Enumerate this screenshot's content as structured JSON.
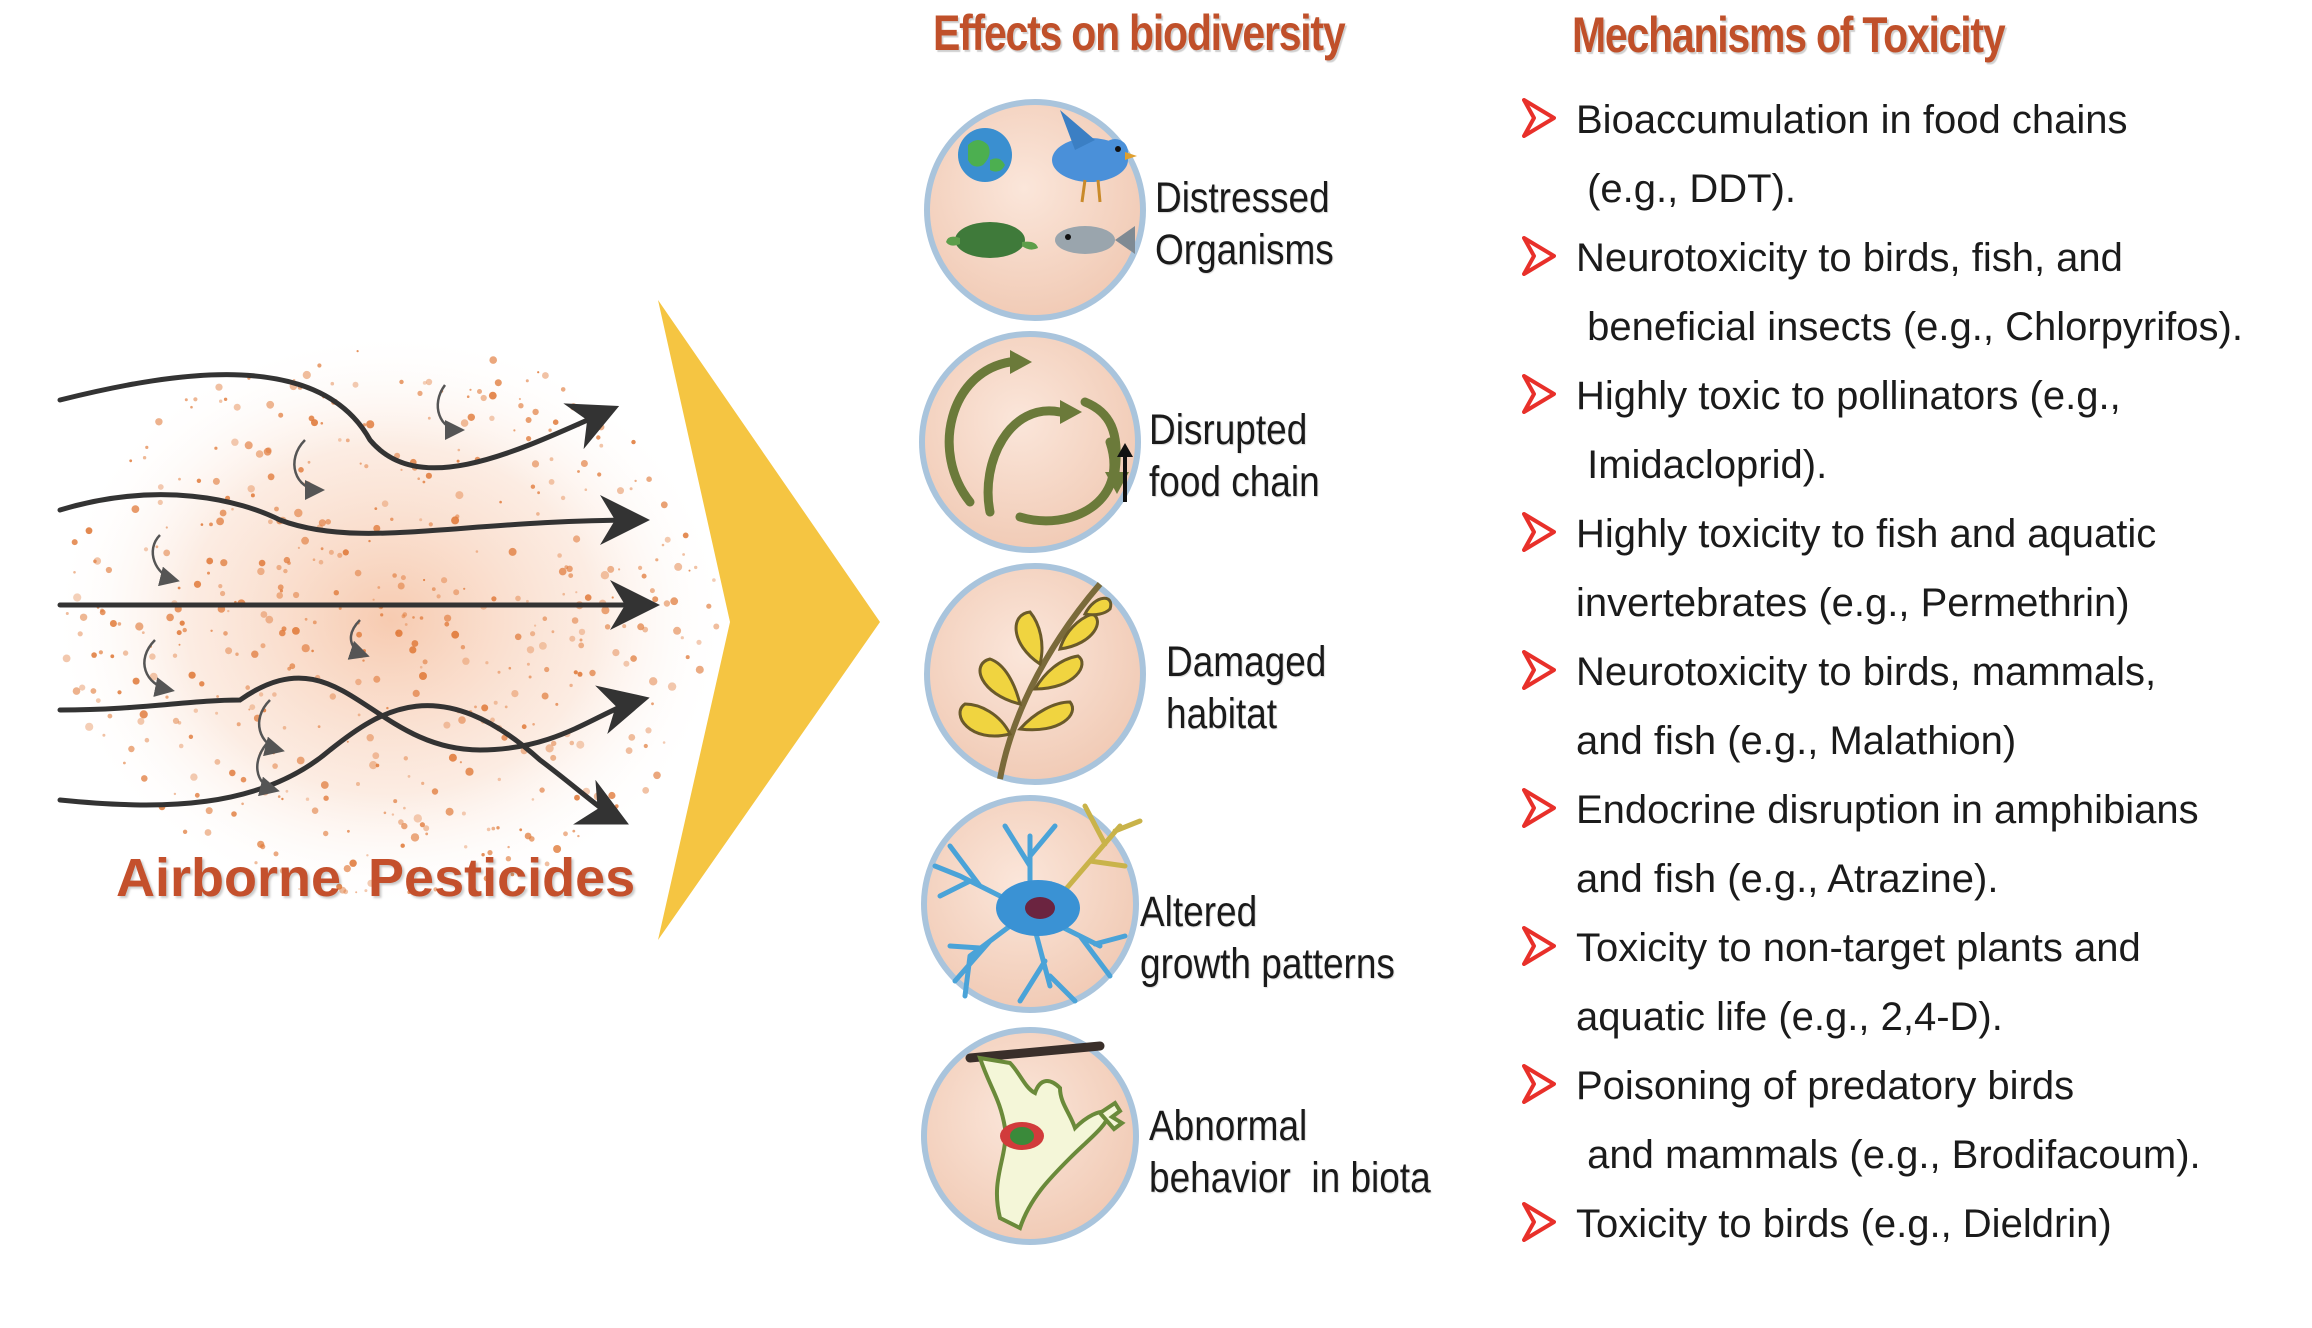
{
  "headings": {
    "effects": "Effects on biodiversity",
    "mechanisms": "Mechanisms of Toxicity"
  },
  "source_label": "Airborne  Pesticides",
  "colors": {
    "heading": "#c0502a",
    "particles": "#e07a3a",
    "funnel": "#f5c542",
    "circle_fill": "#f6d9c9",
    "circle_ring": "#a9c4dc",
    "bullet_arrow": "#e8302a"
  },
  "effects": [
    {
      "icon": "organisms-icon",
      "lines": [
        "Distressed",
        "Organisms"
      ]
    },
    {
      "icon": "food-chain-cycle-icon",
      "lines": [
        "Disrupted",
        "food chain"
      ]
    },
    {
      "icon": "damaged-plant-icon",
      "lines": [
        "Damaged",
        "habitat"
      ]
    },
    {
      "icon": "neuron-cell-icon",
      "lines": [
        "Altered",
        "growth patterns"
      ]
    },
    {
      "icon": "frog-icon",
      "lines": [
        "Abnormal",
        "behavior  in biota"
      ]
    }
  ],
  "mechanisms": [
    {
      "lines": [
        "Bioaccumulation in food chains",
        " (e.g., DDT)."
      ]
    },
    {
      "lines": [
        "Neurotoxicity to birds, fish, and",
        " beneficial insects (e.g., Chlorpyrifos)."
      ]
    },
    {
      "lines": [
        "Highly toxic to pollinators (e.g.,",
        " Imidacloprid)."
      ]
    },
    {
      "lines": [
        "Highly toxicity to fish and aquatic",
        "invertebrates (e.g., Permethrin)"
      ]
    },
    {
      "lines": [
        "Neurotoxicity to birds, mammals,",
        "and fish (e.g., Malathion)"
      ]
    },
    {
      "lines": [
        "Endocrine disruption in amphibians",
        "and fish (e.g., Atrazine)."
      ]
    },
    {
      "lines": [
        "Toxicity to non-target plants and",
        "aquatic life (e.g., 2,4-D)."
      ]
    },
    {
      "lines": [
        "Poisoning of predatory birds",
        " and mammals (e.g., Brodifacoum)."
      ]
    },
    {
      "lines": [
        "Toxicity to birds (e.g., Dieldrin)"
      ]
    }
  ]
}
